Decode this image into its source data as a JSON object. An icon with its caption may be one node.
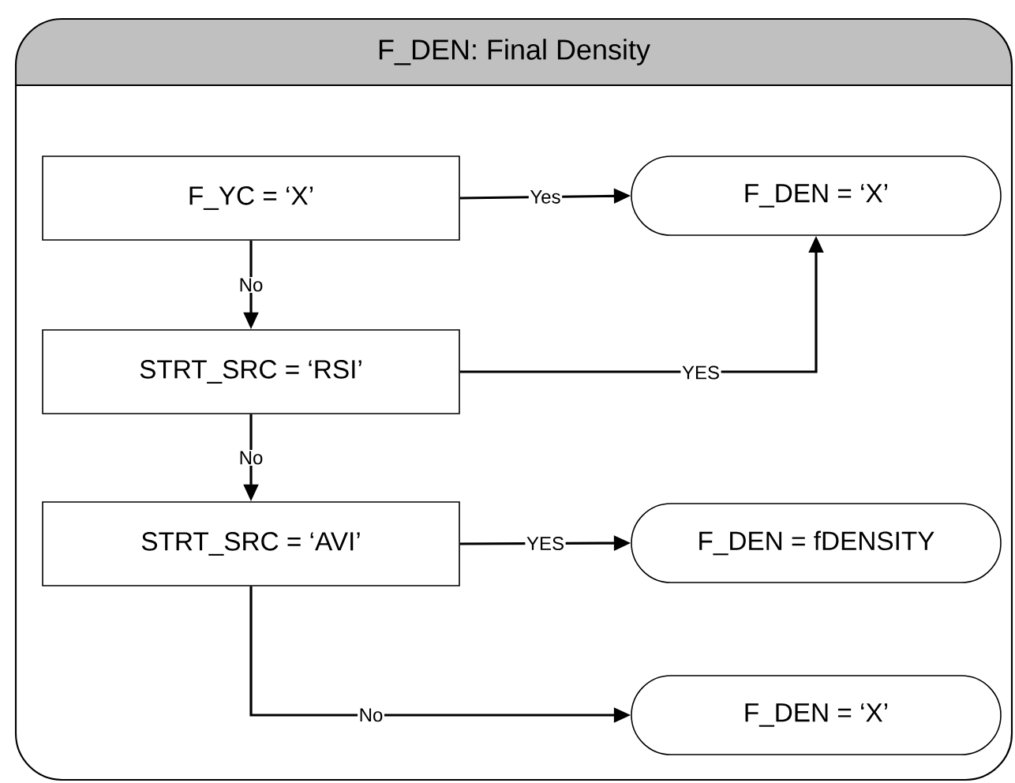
{
  "diagram": {
    "nodes": [
      {
        "text": [
          "F_DEN: Final Density"
        ]
      },
      {
        "text": [
          "F_YC = ‘X’"
        ],
        "in": 0
      },
      {
        "text": [
          "STRT_SRC = ‘RSI’"
        ],
        "in": 0
      },
      {
        "text": [
          "STRT_SRC = ‘AVI’"
        ],
        "in": 0
      },
      {
        "text": [
          "F_DEN = ‘X’"
        ],
        "in": 0
      },
      {
        "text": [
          "F_DEN = fDENSITY"
        ],
        "in": 0
      },
      {
        "text": [
          "F_DEN = ‘X’"
        ],
        "in": 0
      }
    ],
    "edges": [
      {
        "from": 1,
        "to": 4,
        "arrow": "to",
        "label": "Yes"
      },
      {
        "from": 1,
        "to": 2,
        "arrow": "to",
        "label": "No"
      },
      {
        "from": 2,
        "to": 4,
        "arrow": "to",
        "label": "YES"
      },
      {
        "from": 2,
        "to": 3,
        "arrow": "to",
        "label": "No"
      },
      {
        "from": 3,
        "to": 5,
        "arrow": "to",
        "label": "YES"
      },
      {
        "from": 3,
        "to": 6,
        "arrow": "to",
        "label": "No"
      }
    ]
  }
}
